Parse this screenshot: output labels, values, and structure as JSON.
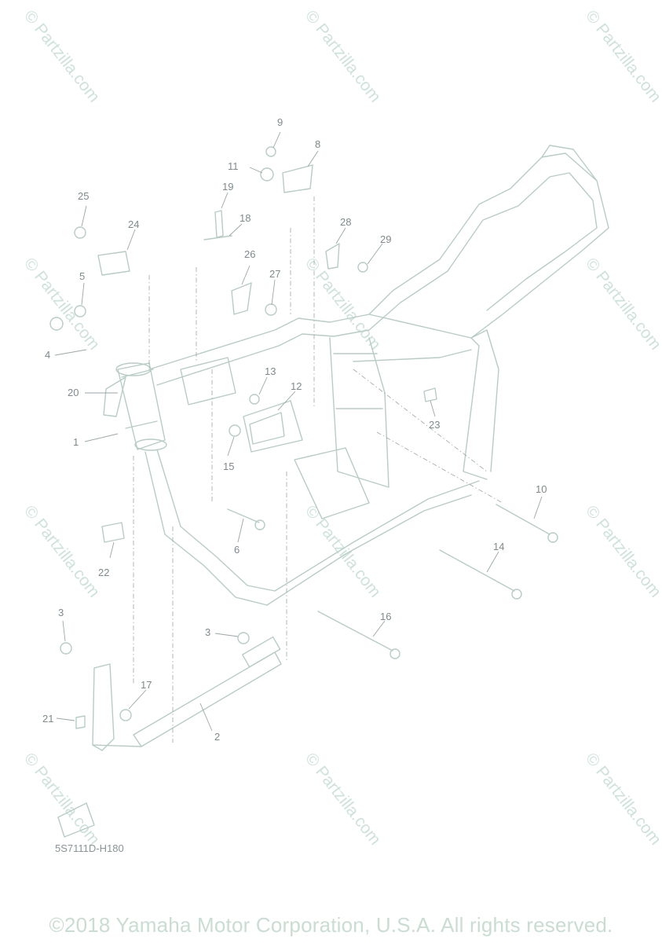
{
  "watermark": {
    "text": "© Partzilla.com",
    "color": "#c6ded3"
  },
  "callouts": [
    {
      "id": "1",
      "label": "1"
    },
    {
      "id": "2",
      "label": "2"
    },
    {
      "id": "3a",
      "label": "3"
    },
    {
      "id": "3b",
      "label": "3"
    },
    {
      "id": "4",
      "label": "4"
    },
    {
      "id": "5",
      "label": "5"
    },
    {
      "id": "6",
      "label": "6"
    },
    {
      "id": "8",
      "label": "8"
    },
    {
      "id": "9",
      "label": "9"
    },
    {
      "id": "10",
      "label": "10"
    },
    {
      "id": "11",
      "label": "11"
    },
    {
      "id": "12",
      "label": "12"
    },
    {
      "id": "13",
      "label": "13"
    },
    {
      "id": "14",
      "label": "14"
    },
    {
      "id": "15",
      "label": "15"
    },
    {
      "id": "16",
      "label": "16"
    },
    {
      "id": "17",
      "label": "17"
    },
    {
      "id": "18",
      "label": "18"
    },
    {
      "id": "19",
      "label": "19"
    },
    {
      "id": "20",
      "label": "20"
    },
    {
      "id": "21",
      "label": "21"
    },
    {
      "id": "22",
      "label": "22"
    },
    {
      "id": "23",
      "label": "23"
    },
    {
      "id": "24",
      "label": "24"
    },
    {
      "id": "25",
      "label": "25"
    },
    {
      "id": "26",
      "label": "26"
    },
    {
      "id": "27",
      "label": "27"
    },
    {
      "id": "28",
      "label": "28"
    },
    {
      "id": "29",
      "label": "29"
    }
  ],
  "drawing_code": "5S7111D-H180",
  "copyright": "©2018 Yamaha Motor Corporation, U.S.A. All rights reserved.",
  "colors": {
    "line_art": "#b7ccc7",
    "callout_text": "#7f8a8c",
    "copyright_text": "#c9ddd2"
  }
}
